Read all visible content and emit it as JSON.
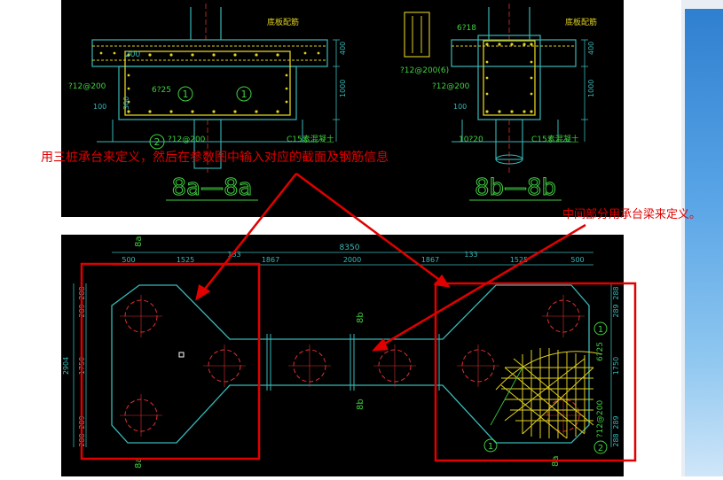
{
  "top_drawing": {
    "section_a_title": "8a—8a",
    "section_b_title": "8b—8b",
    "labels_a": {
      "bottom_rebar": "底板配筋",
      "dim_200": "200",
      "dim_400": "400",
      "dim_1000": "1000",
      "dim_100": "100",
      "dim_300": "300",
      "rebar_side": "?12@200",
      "rebar_main": "6?25",
      "rebar_bottom": "?12@200",
      "concrete": "C15素混凝土",
      "callout_1": "1",
      "callout_2": "2"
    },
    "labels_b": {
      "bottom_rebar": "底板配筋",
      "rebar_top": "6?18",
      "rebar_stirrup": "?12@200(6)",
      "rebar_side": "?12@200",
      "dim_400": "400",
      "dim_1000": "1000",
      "dim_100": "100",
      "rebar_bottom": "10?20",
      "concrete": "C15素混凝土"
    }
  },
  "bottom_drawing": {
    "section_mark_8a": "8a",
    "section_mark_8b": "8b",
    "dim_total": "8350",
    "dims_top": [
      "500",
      "1525",
      "133",
      "1867",
      "2000",
      "1867",
      "133",
      "1525",
      "500"
    ],
    "dims_left": [
      "288",
      "289",
      "1750",
      "289",
      "288"
    ],
    "dim_left_total": "2904",
    "dims_right": [
      "288",
      "289",
      "1750",
      "289",
      "288"
    ],
    "rebar_right_1": "6?25",
    "rebar_right_2": "?12@200",
    "callout_1": "1",
    "callout_2": "2"
  },
  "annotations": {
    "left": "用三桩承台来定义，然后在参数图中输入对应的截面及钢筋信息",
    "right": "中间部分用承台梁来定义。"
  },
  "colors": {
    "annotation": "#e00000",
    "cad_background": "#000000",
    "cad_cyan": "#38b8b8",
    "cad_yellow": "#e0d020",
    "cad_green": "#40d040",
    "cad_red": "#e03030"
  }
}
